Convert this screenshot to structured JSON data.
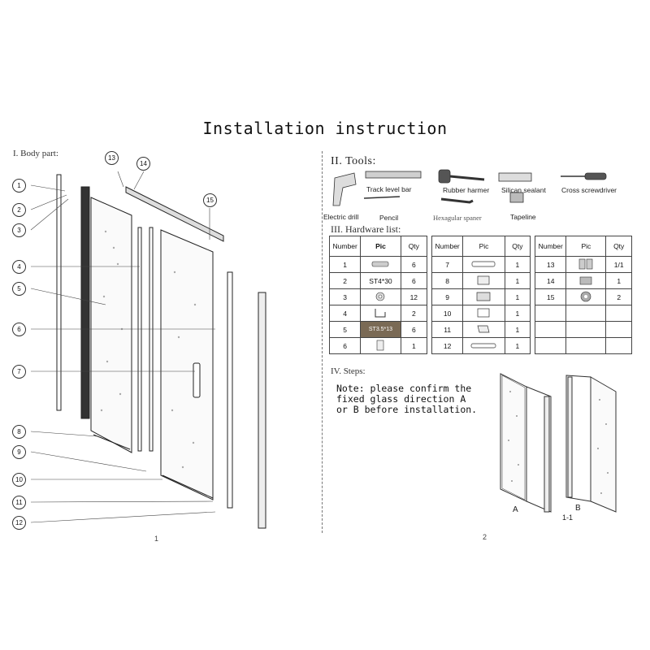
{
  "title": "Installation instruction",
  "body_part_label": "I. Body part:",
  "callouts": [
    "1",
    "2",
    "3",
    "4",
    "5",
    "6",
    "7",
    "8",
    "9",
    "10",
    "11",
    "12",
    "13",
    "14",
    "15"
  ],
  "tools": {
    "label": "II. Tools:",
    "items": [
      "Electric drill",
      "Track level bar",
      "Pencil",
      "Rubber harmer",
      "Hexagular spaner",
      "Silican sealant",
      "Tapeline",
      "Cross screwdriver"
    ]
  },
  "hardware": {
    "label": "III. Hardware list:",
    "headers": [
      "Number",
      "Pic",
      "Qty"
    ],
    "table1": [
      {
        "num": "1",
        "pic_label": "",
        "qty": "6"
      },
      {
        "num": "2",
        "pic_label": "ST4*30",
        "qty": "6"
      },
      {
        "num": "3",
        "pic_label": "",
        "qty": "12"
      },
      {
        "num": "4",
        "pic_label": "",
        "qty": "2"
      },
      {
        "num": "5",
        "pic_label": "ST3.5*13",
        "qty": "6"
      },
      {
        "num": "6",
        "pic_label": "",
        "qty": "1"
      }
    ],
    "table2": [
      {
        "num": "7",
        "qty": "1"
      },
      {
        "num": "8",
        "qty": "1"
      },
      {
        "num": "9",
        "qty": "1"
      },
      {
        "num": "10",
        "qty": "1"
      },
      {
        "num": "11",
        "qty": "1"
      },
      {
        "num": "12",
        "qty": "1"
      }
    ],
    "table3": [
      {
        "num": "13",
        "qty": "1/1"
      },
      {
        "num": "14",
        "qty": "1"
      },
      {
        "num": "15",
        "qty": "2"
      },
      {
        "num": "",
        "qty": ""
      },
      {
        "num": "",
        "qty": ""
      },
      {
        "num": "",
        "qty": ""
      }
    ]
  },
  "steps": {
    "label": "IV. Steps:",
    "note": "Note: please confirm the\nfixed glass direction A\nor B before installation.",
    "label_a": "A",
    "label_b": "B",
    "label_11": "1-1"
  },
  "page_numbers": [
    "1",
    "2"
  ]
}
